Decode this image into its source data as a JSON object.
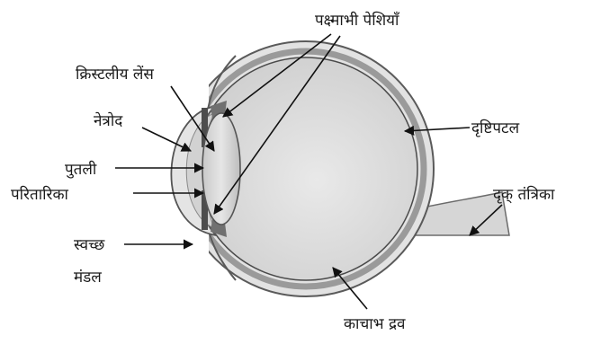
{
  "labels": {
    "ciliary_muscles": "पक्ष्माभी पेशियाँ",
    "crystalline_lens": "क्रिस्टलीय लेंस",
    "aqueous_humour": "नेत्रोद",
    "pupil": "पुतली",
    "iris": "परितारिका",
    "cornea_line1": "स्वच्छ",
    "cornea_line2": "मंडल",
    "retina": "दृष्टिपटल",
    "optic_nerve": "दृक् तंत्रिका",
    "vitreous_humour": "काचाभ द्रव"
  }
}
